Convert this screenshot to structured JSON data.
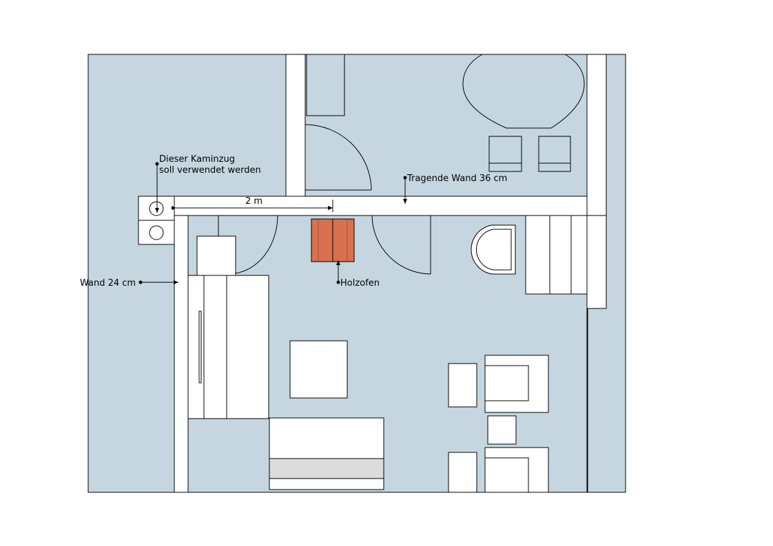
{
  "colors": {
    "floor": "#c5d6e0",
    "wall": "#ffffff",
    "line": "#000000",
    "oven": "#d9704f",
    "pillow": "#dcdcdc"
  },
  "annotations": {
    "chimney_line1": "Dieser Kaminzug",
    "chimney_line2": "soll verwendet werden",
    "load_bearing_wall": "Tragende Wand 36 cm",
    "dimension": "2 m",
    "wall_24": "Wand 24 cm",
    "wood_stove": "Holzofen"
  }
}
